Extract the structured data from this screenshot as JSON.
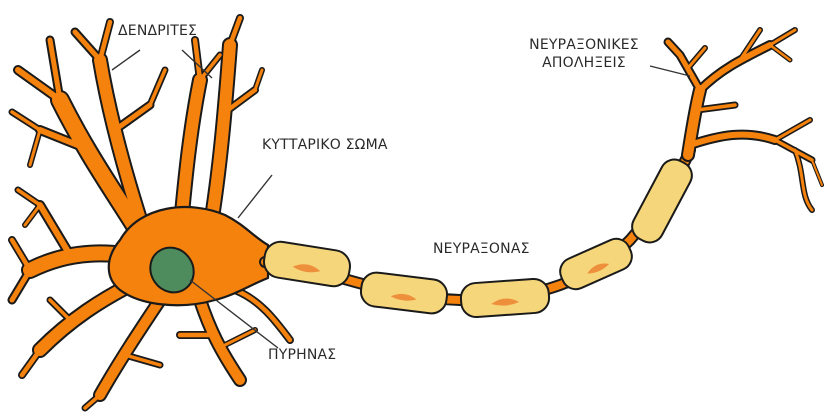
{
  "labels": {
    "dendrites": "ΔΕΝΔΡΙΤΕΣ",
    "cell_body": "ΚΥΤΤΑΡΙΚΟ ΣΩΜΑ",
    "nucleus": "ΠΥΡΗΝΑΣ",
    "axon": "ΝΕΥΡΑΞΟΝΑΣ",
    "axon_terminals_line1": "ΝΕΥΡΑΞΟΝΙΚΕΣ",
    "axon_terminals_line2": "ΑΠΟΛΗΞΕΙΣ"
  },
  "colors": {
    "neuron_body": "#F5820D",
    "neuron_outline": "#1a1a1a",
    "nucleus": "#4E8C5E",
    "myelin_sheath": "#F6D67A",
    "schwann_nucleus": "#EE8F3B",
    "node_of_ranvier": "#F5820D",
    "leader_line": "#333333"
  }
}
